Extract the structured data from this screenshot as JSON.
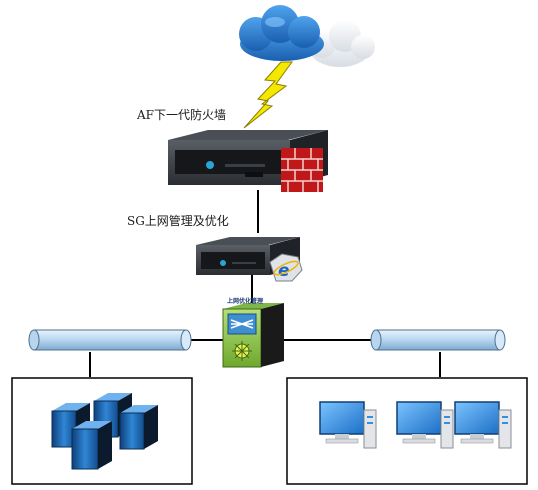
{
  "labels": {
    "firewall": "AF下一代防火墙",
    "sg": "SG上网管理及优化",
    "switch_caption": "上网优化管理"
  },
  "colors": {
    "cloud_blue": "#2a7fd3",
    "lightning": "#f5e800",
    "pipe": "#bcd8ef",
    "switch_green": "#8dc63f",
    "server_blue": "#1f6fc0",
    "monitor_blue": "#2f8fe0"
  },
  "icons": [
    "cloud-icon",
    "lightning-icon",
    "firewall-appliance-icon",
    "brick-wall-icon",
    "sg-appliance-icon",
    "ie-logo-icon",
    "switch-icon",
    "server-icon",
    "pc-icon"
  ]
}
